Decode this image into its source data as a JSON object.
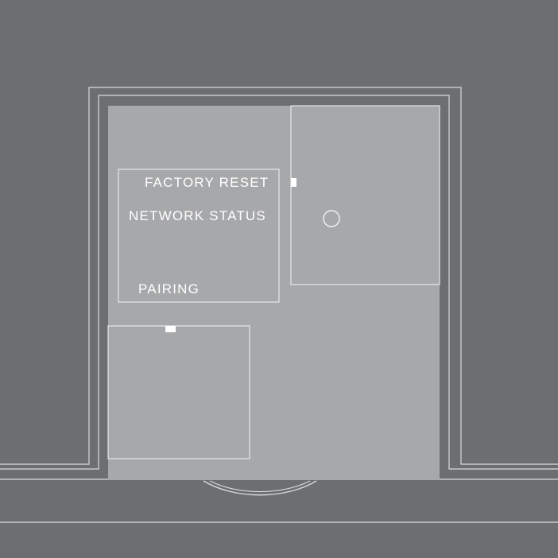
{
  "labels": {
    "factory_reset": "FACTORY RESET",
    "network_status": "NETWORK STATUS",
    "pairing": "PAIRING"
  },
  "colors": {
    "background": "#6d6e71",
    "panel": "#a7a8aa",
    "outline": "#e6e7e8",
    "text": "#ffffff",
    "indicator": "#ffffff"
  }
}
